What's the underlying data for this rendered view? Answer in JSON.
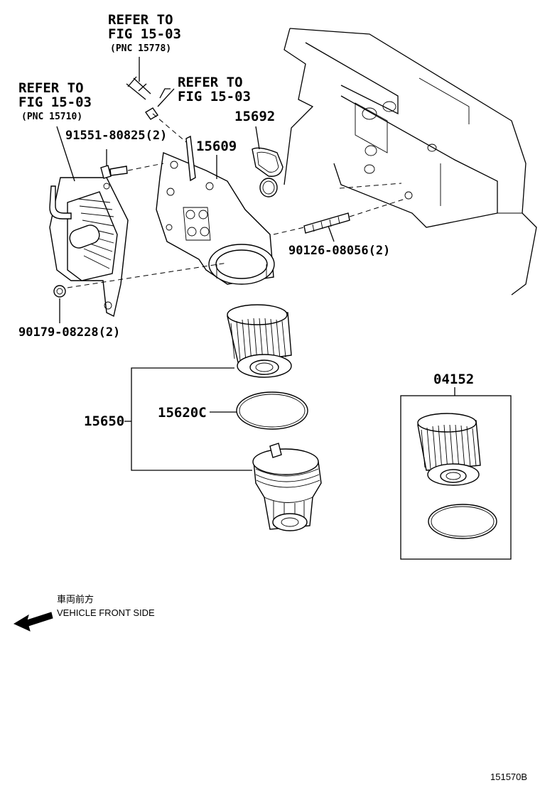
{
  "labels": {
    "refer1": [
      "REFER TO",
      "FIG 15-03",
      "(PNC 15778)"
    ],
    "refer2": [
      "REFER TO",
      "FIG 15-03"
    ],
    "refer3": [
      "REFER TO",
      "FIG 15-03",
      "(PNC 15710)"
    ],
    "p91551": "91551-80825(2)",
    "p15609": "15609",
    "p15692": "15692",
    "p90126": "90126-08056(2)",
    "p90179": "90179-08228(2)",
    "p15650": "15650",
    "p15620c": "15620C",
    "p04152": "04152"
  },
  "direction": {
    "jp": "車両前方",
    "en": "VEHICLE FRONT SIDE"
  },
  "figure_id": "151570B"
}
